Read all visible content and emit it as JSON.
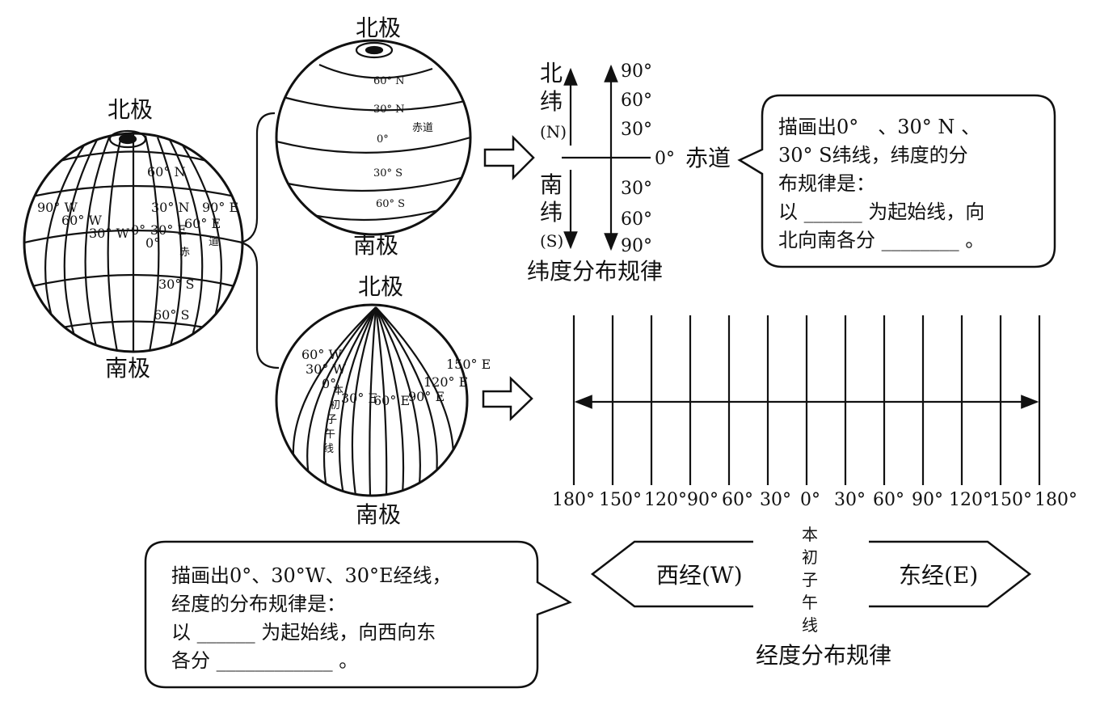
{
  "left_globe": {
    "north_pole": "北极",
    "south_pole": "南极",
    "lat_labels": [
      "60° N",
      "30° N",
      "0°",
      "30° S",
      "60° S"
    ],
    "lon_labels": [
      "90° W",
      "60° W",
      "30° W",
      "0°",
      "30° E",
      "60° E",
      "90° E"
    ],
    "equator_chars": [
      "赤",
      "道"
    ]
  },
  "top_globe": {
    "north_pole": "北极",
    "south_pole": "南极",
    "lat_labels": [
      "60° N",
      "30° N",
      "0°",
      "30° S",
      "60° S"
    ],
    "equator": "赤道"
  },
  "bottom_globe": {
    "north_pole": "北极",
    "south_pole": "南极",
    "lon_labels": [
      "60° W",
      "30° W",
      "0°",
      "30° E",
      "60° E",
      "90° E",
      "120° E",
      "150° E"
    ],
    "prime_meridian_chars": [
      "本",
      "初",
      "子",
      "午",
      "线"
    ]
  },
  "latitude_scale": {
    "north_chars": [
      "北",
      "纬",
      "(N)"
    ],
    "south_chars": [
      "南",
      "纬",
      "(S)"
    ],
    "ticks": [
      "90°",
      "60°",
      "30°",
      "0°",
      "30°",
      "60°",
      "90°"
    ],
    "equator": "赤道",
    "caption": "纬度分布规律"
  },
  "lat_bubble": {
    "lines": [
      "描画出0°　、30° N 、",
      "30° S纬线，纬度的分",
      "布规律是：",
      "以 ______ 为起始线，向",
      "北向南各分 ________ 。"
    ]
  },
  "longitude_scale": {
    "ticks": [
      "180°",
      "150°",
      "120°",
      "90°",
      "60°",
      "30°",
      "0°",
      "30°",
      "60°",
      "90°",
      "120°",
      "150°",
      "180°"
    ],
    "west": "西经(W)",
    "east": "东经(E)",
    "prime_meridian_chars": [
      "本",
      "初",
      "子",
      "午",
      "线"
    ],
    "caption": "经度分布规律"
  },
  "lon_bubble": {
    "lines": [
      "描画出0°、30°W、30°E经线，",
      "经度的分布规律是：",
      "以 ______ 为起始线，向西向东",
      "各分 ____________ 。"
    ]
  },
  "colors": {
    "ink": "#111111",
    "paper": "#ffffff"
  }
}
